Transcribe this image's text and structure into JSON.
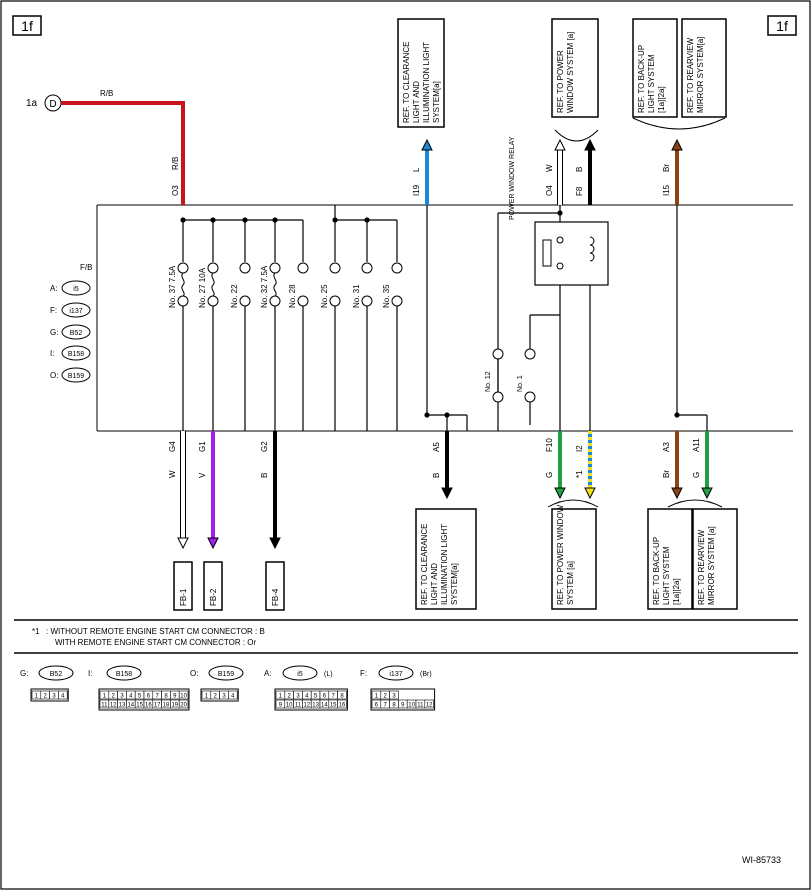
{
  "page_ids": {
    "left": "1f",
    "right": "1f"
  },
  "footer_id": "WI-85733",
  "source": {
    "label": "1a",
    "connector": "D",
    "wire_color": "R/B",
    "pin": "O3",
    "pin_color": "R/B"
  },
  "fuse_box_title": "F/B",
  "connector_legend": [
    {
      "code": "A:",
      "name": "i5"
    },
    {
      "code": "F:",
      "name": "i137"
    },
    {
      "code": "G:",
      "name": "B52"
    },
    {
      "code": "I:",
      "name": "B158"
    },
    {
      "code": "O:",
      "name": "B159"
    }
  ],
  "fuses": [
    "No. 37  7.5A",
    "No. 27  10A",
    "No. 22",
    "No. 32  7.5A",
    "No. 28",
    "No. 25",
    "No. 31",
    "No. 35"
  ],
  "relay": {
    "title": "POWER WINDOW RELAY",
    "contact_a": "No. 12",
    "contact_b": "No. 1"
  },
  "top_wires": [
    {
      "pin": "I19",
      "color": "L"
    },
    {
      "pin": "O4",
      "color": "W"
    },
    {
      "pin": "F8",
      "color": "B"
    },
    {
      "pin": "I15",
      "color": "Br"
    }
  ],
  "bottom_wires": [
    {
      "pin": "G4",
      "color": "W"
    },
    {
      "pin": "G1",
      "color": "V"
    },
    {
      "pin": "G2",
      "color": "B"
    },
    {
      "pin": "A5",
      "color": "B"
    },
    {
      "pin": "F10",
      "color": "G"
    },
    {
      "pin": "I2",
      "color": "*1"
    },
    {
      "pin": "A3",
      "color": "Br"
    },
    {
      "pin": "A11",
      "color": "G"
    }
  ],
  "grounds": [
    "FB-1",
    "FB-2",
    "FB-4"
  ],
  "refs_top": [
    "REF. TO CLEARANCE LIGHT AND ILLUMINATION LIGHT SYSTEM[a]",
    "REF. TO POWER WINDOW SYSTEM [a]",
    "REF. TO BACK-UP LIGHT SYSTEM [1a][2a]",
    "REF. TO REARVIEW MIRROR SYSTEM[a]"
  ],
  "refs_bottom": [
    "REF. TO CLEARANCE LIGHT AND ILLUMINATION LIGHT SYSTEM[a]",
    "REF. TO POWER WINDOW SYSTEM [a]",
    "REF. TO BACK-UP LIGHT SYSTEM [1a][2a]",
    "REF. TO REARVIEW MIRROR SYSTEM [a]"
  ],
  "notes": {
    "mark": "*1",
    "line1": ": WITHOUT REMOTE ENGINE START CM CONNECTOR  : B",
    "line2": "WITH REMOTE ENGINE START CM CONNECTOR  : Or"
  },
  "connector_views": [
    {
      "code": "G:",
      "name": "B52",
      "suffix": "",
      "row1": [
        "1",
        "2",
        "3",
        "4"
      ],
      "row2": []
    },
    {
      "code": "I:",
      "name": "B158",
      "suffix": "",
      "row1": [
        "1",
        "2",
        "3",
        "4",
        "5",
        "6",
        "7",
        "8",
        "9",
        "10"
      ],
      "row2": [
        "11",
        "12",
        "13",
        "14",
        "15",
        "16",
        "17",
        "18",
        "19",
        "20"
      ]
    },
    {
      "code": "O:",
      "name": "B159",
      "suffix": "",
      "row1": [
        "1",
        "2",
        "3",
        "4"
      ],
      "row2": []
    },
    {
      "code": "A:",
      "name": "i5",
      "suffix": "(L)",
      "row1": [
        "1",
        "2",
        "3",
        "4",
        "5",
        "6",
        "7",
        "8"
      ],
      "row2": [
        "9",
        "10",
        "11",
        "12",
        "13",
        "14",
        "15",
        "16"
      ]
    },
    {
      "code": "F:",
      "name": "i137",
      "suffix": "(Br)",
      "row1": [
        "1",
        "2",
        "3"
      ],
      "row2": [
        "6",
        "7",
        "8",
        "9",
        "10",
        "11",
        "12"
      ]
    }
  ],
  "colors": {
    "R/B": "#c8141c",
    "L": "#1e88d8",
    "Br": "#8b4513",
    "V": "#a020f0",
    "G": "#20a040",
    "B": "#000000",
    "W": "#ffffff",
    "Y": "#f0e020"
  }
}
